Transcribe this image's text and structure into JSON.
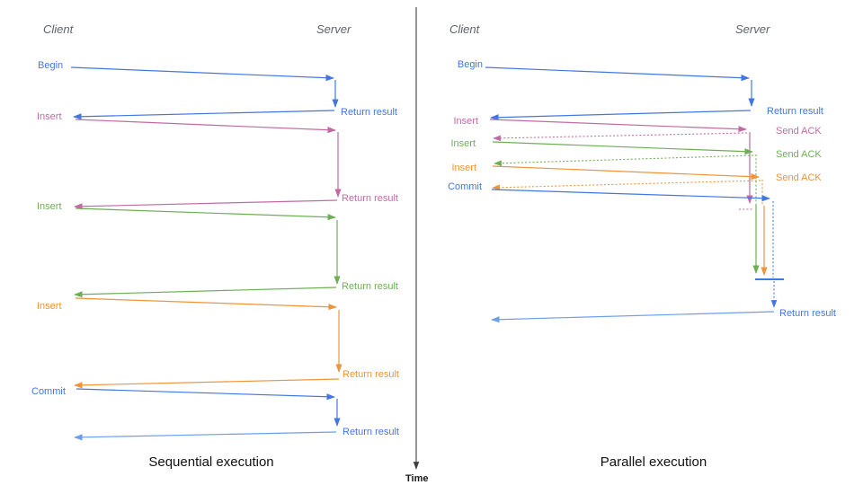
{
  "colors": {
    "blue": "#4177e3",
    "light_blue": "#6d9eeb",
    "pink": "#c26ba3",
    "green": "#6fae57",
    "orange": "#ef9439",
    "header_gray": "#5f6368",
    "axis_dark": "#3c4043"
  },
  "left_panel": {
    "title": "Sequential execution",
    "client_header": "Client",
    "server_header": "Server",
    "begin": {
      "label": "Begin",
      "return_label": "Return result"
    },
    "insert1": {
      "label": "Insert",
      "return_label": "Return result"
    },
    "insert2": {
      "label": "Insert",
      "return_label": "Return result"
    },
    "insert3": {
      "label": "Insert",
      "return_label": "Return result"
    },
    "commit": {
      "label": "Commit",
      "return_label": "Return result"
    }
  },
  "right_panel": {
    "title": "Parallel execution",
    "client_header": "Client",
    "server_header": "Server",
    "begin": {
      "label": "Begin",
      "return_label": "Return result"
    },
    "insert1": {
      "label": "Insert",
      "ack_label": "Send ACK"
    },
    "insert2": {
      "label": "Insert",
      "ack_label": "Send ACK"
    },
    "insert3": {
      "label": "Insert",
      "ack_label": "Send ACK"
    },
    "commit": {
      "label": "Commit"
    },
    "final_return_label": "Return result"
  },
  "time_axis": {
    "label": "Time"
  }
}
